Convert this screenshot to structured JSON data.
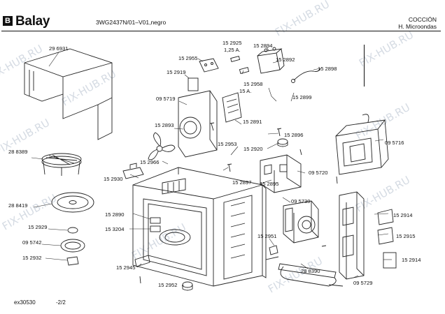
{
  "header": {
    "brand": "Balay",
    "model": "3WG2437N/01–V01,negro",
    "category_line1": "COCCIÓN",
    "category_line2": "H. Microondas"
  },
  "footer": {
    "code": "ex30530",
    "page": "-2/2"
  },
  "watermark": "FIX-HUB.RU",
  "parts": {
    "p296931": "29 6931",
    "p152955": "15 2955",
    "p152925": "15 2925",
    "p125a": "1,25 A.",
    "p152894": "15 2894",
    "p152892": "15 2892",
    "p152898": "15 2898",
    "p152919": "15 2919",
    "p152958": "15 2958",
    "p15a": "15 A.",
    "p095719": "09 5719",
    "p152899": "15 2899",
    "p152893": "15 2893",
    "p152891": "15 2891",
    "p152896": "15 2896",
    "p095716": "09 5716",
    "p288389": "28 8389",
    "p152953": "15 2953",
    "p152920": "15 2920",
    "p152966": "15 2966",
    "p152930": "15 2930",
    "p152897": "15 2897",
    "p152895": "15 2895",
    "p095720": "09 5720",
    "p288419": "28 8419",
    "p095730": "09 5730",
    "p152914a": "15 2914",
    "p152890": "15 2890",
    "p153204": "15 3204",
    "p152929": "15 2929",
    "p152915": "15 2915",
    "p152951": "15 2951",
    "p095742": "09 5742",
    "p152932": "15 2932",
    "p152914b": "15 2914",
    "p152945": "15 2945",
    "p288390": "28 8390",
    "p152952": "15 2952",
    "p095729": "09 5729"
  }
}
